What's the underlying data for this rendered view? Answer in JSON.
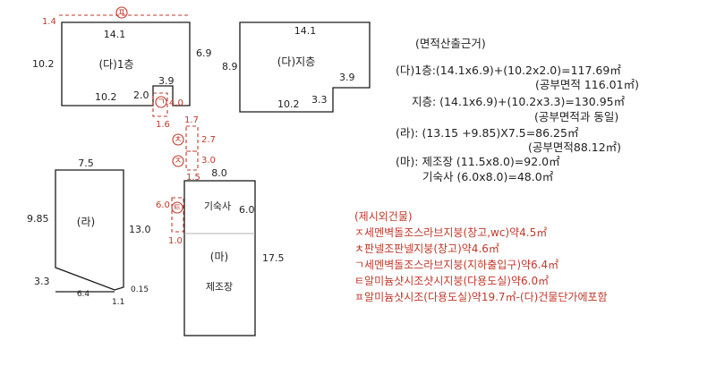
{
  "building_da_1f": {
    "label": "(다)1층",
    "dim_top": "14.1",
    "dim_left": "10.2",
    "dim_right": "6.9",
    "dim_bottom": "10.2",
    "dim_step": "2.0",
    "dim_step_h": "3.9",
    "overall_top": "1.4"
  },
  "building_da_b": {
    "label": "(다)지층",
    "dim_top": "14.1",
    "dim_left": "8.9",
    "dim_right": "3.9",
    "dim_bottom": "10.2",
    "dim_step": "3.3"
  },
  "building_ra": {
    "label": "(라)",
    "dim_top": "7.5",
    "dim_left": "9.85",
    "dim_right": "13.0",
    "dim_cut": "3.3",
    "dim_bottom": "6.4",
    "dim_small1": "0.15",
    "dim_small2": "1.1"
  },
  "building_ma": {
    "label": "(마)",
    "sub_upper": "기숙사",
    "sub_lower": "제조장",
    "dim_top": "8.0",
    "dim_upper": "6.0",
    "dim_right": "17.5",
    "dim_left_red": "6.0",
    "dim_bottom_red": "1.0"
  },
  "red_dims": {
    "giyeok_val": "4.0",
    "giyeok_below": "1.6",
    "chieut_top": "1.7",
    "chieut_val": "2.7",
    "jieut_val": "3.0",
    "jieut_bottom": "1.5"
  },
  "markers": {
    "top": "ㅍ",
    "giyeok": "ㄱ",
    "chieut": "ㅊ",
    "jieut": "ㅈ",
    "tieut": "ㅌ"
  },
  "calc": {
    "title": "(면적산출근거)",
    "lines": [
      "(다)1층:(14.1x6.9)+(10.2x2.0)=117.69㎡",
      "(공부면적 116.01㎡)",
      "지층: (14.1x6.9)+(10.2x3.3)=130.95㎡",
      "(공부면적과 동일)",
      "(라): (13.15 +9.85)X7.5=86.25㎡",
      "(공부면적88.12㎡)",
      "(마): 제조장 (11.5x8.0)=92.0㎡",
      "기숙사 (6.0x8.0)=48.0㎡"
    ]
  },
  "exclusions": {
    "title": "(제시외건물)",
    "items": [
      "ㅈ세멘벽돌조스라브지붕(창고,wc)약4.5㎡",
      "ㅊ판넬조판넬지붕(창고)약4.6㎡",
      "ㄱ세멘벽돌조스라브지붕(지하출입구)약6.4㎡",
      "ㅌ알미늄샷시조샷시지붕(다용도실)약6.0㎡",
      "ㅍ알미늄샷시조(다용도실)약19.7㎡-(다)건물단가에포함"
    ]
  },
  "colors": {
    "line": "#1a1a1a",
    "accent": "#c0392b"
  }
}
